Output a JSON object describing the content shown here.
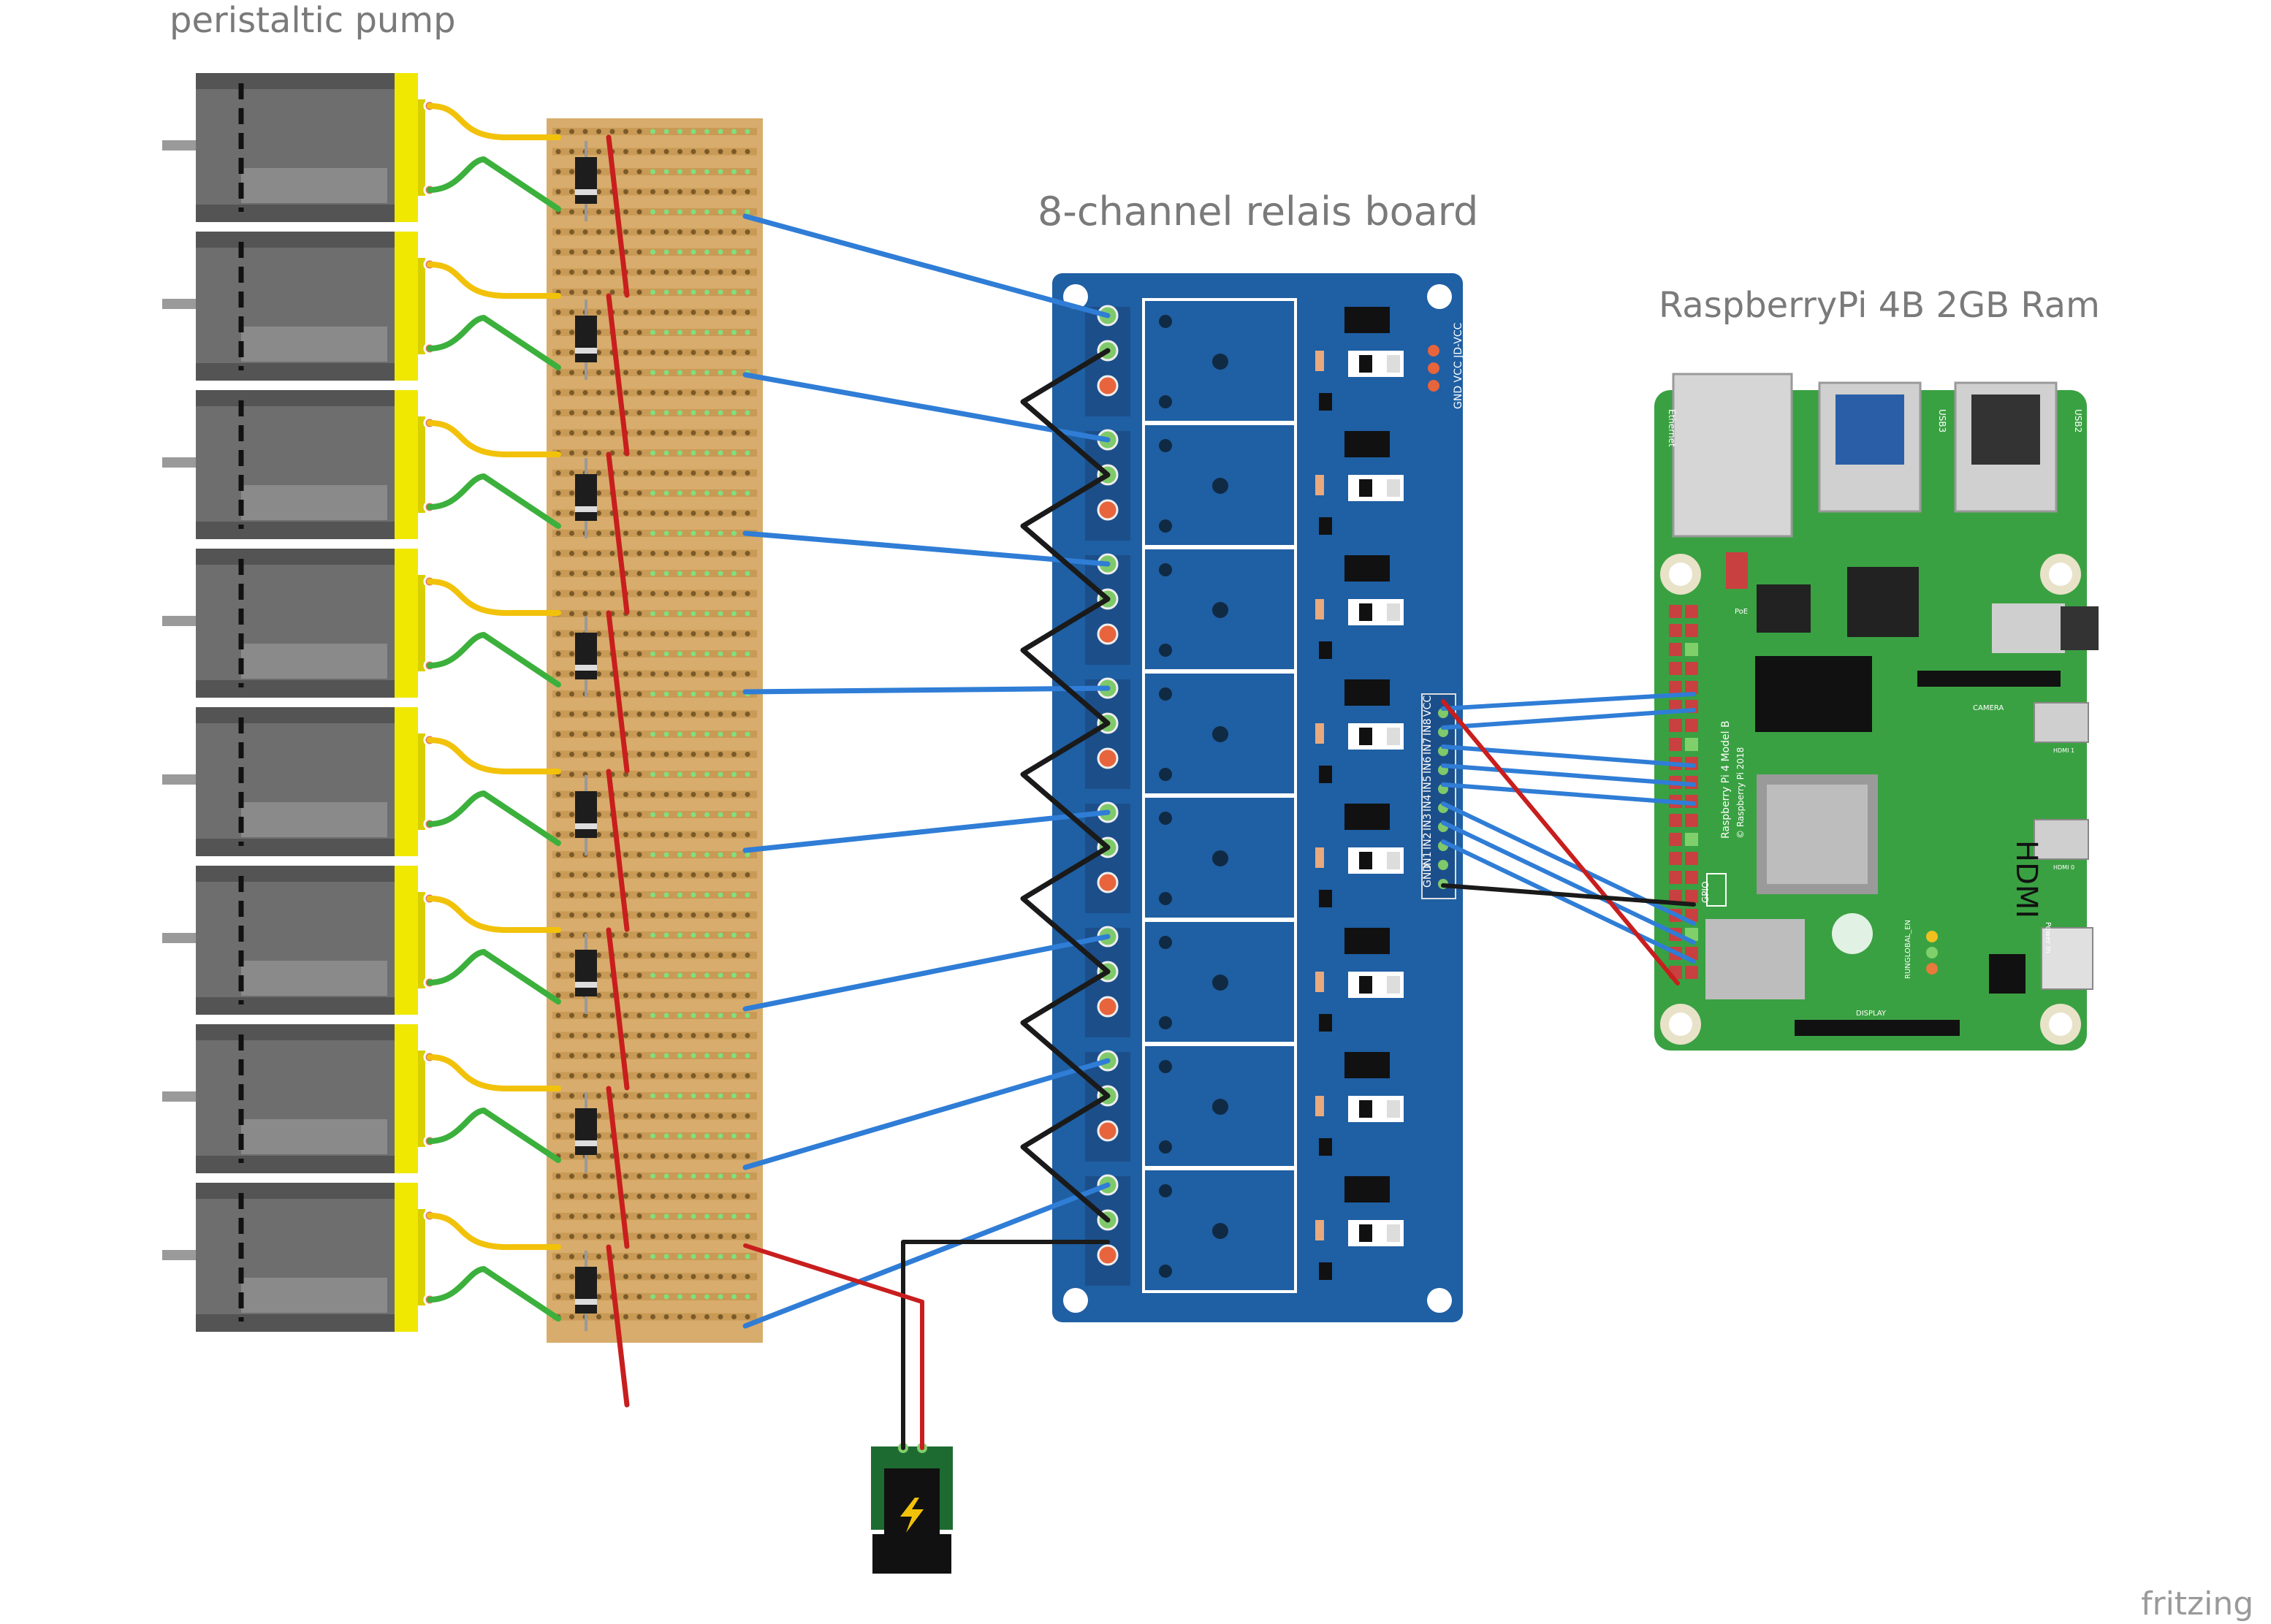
{
  "labels": {
    "pump": "peristaltic pump",
    "relay_board": "8-channel relais board",
    "pi": "RaspberryPi 4B 2GB Ram",
    "brand": "fritzing"
  },
  "relay_header_pins": [
    "GND",
    "IN1",
    "IN2",
    "IN3",
    "IN4",
    "IN5",
    "IN6",
    "IN7",
    "IN8",
    "VCC"
  ],
  "relay_jd_pins": [
    "GND",
    "VCC",
    "JD-VCC"
  ],
  "pi_silk": {
    "model": "Raspberry Pi 4 Model B",
    "copyright": "© Raspberry Pi 2018",
    "hdmi": "HDMI",
    "usb2": "USB2",
    "usb3": "USB3",
    "ethernet": "Ethernet",
    "gpio": "GPIO",
    "camera": "CAMERA",
    "display": "DISPLAY",
    "power": "Power In",
    "poe": "PoE",
    "run": "RUN",
    "global_en": "GLOBAL_EN",
    "hdmi0": "HDMI 0",
    "hdmi1": "HDMI 1"
  },
  "colors": {
    "relay_board": "#1f5fa3",
    "pi_board": "#3aa142",
    "stripboard": "#d8ac6c",
    "wire_blue": "#2f7dd6",
    "wire_red": "#c81e1e",
    "wire_black": "#1a1a1a",
    "wire_yellow": "#f2c20a",
    "wire_green": "#3cb03c",
    "pump_body": "#6e6e6e",
    "pump_cap": "#f0e800"
  }
}
